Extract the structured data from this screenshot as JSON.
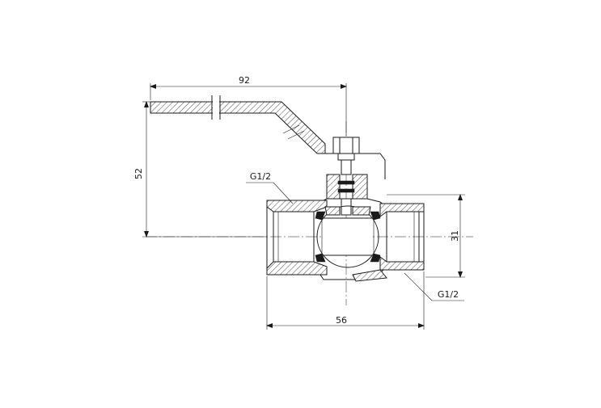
{
  "dimensions": {
    "handle_length": "92",
    "height": "52",
    "body_height": "31",
    "body_length": "56",
    "thread_left": "G1/2",
    "thread_right": "G1/2"
  }
}
